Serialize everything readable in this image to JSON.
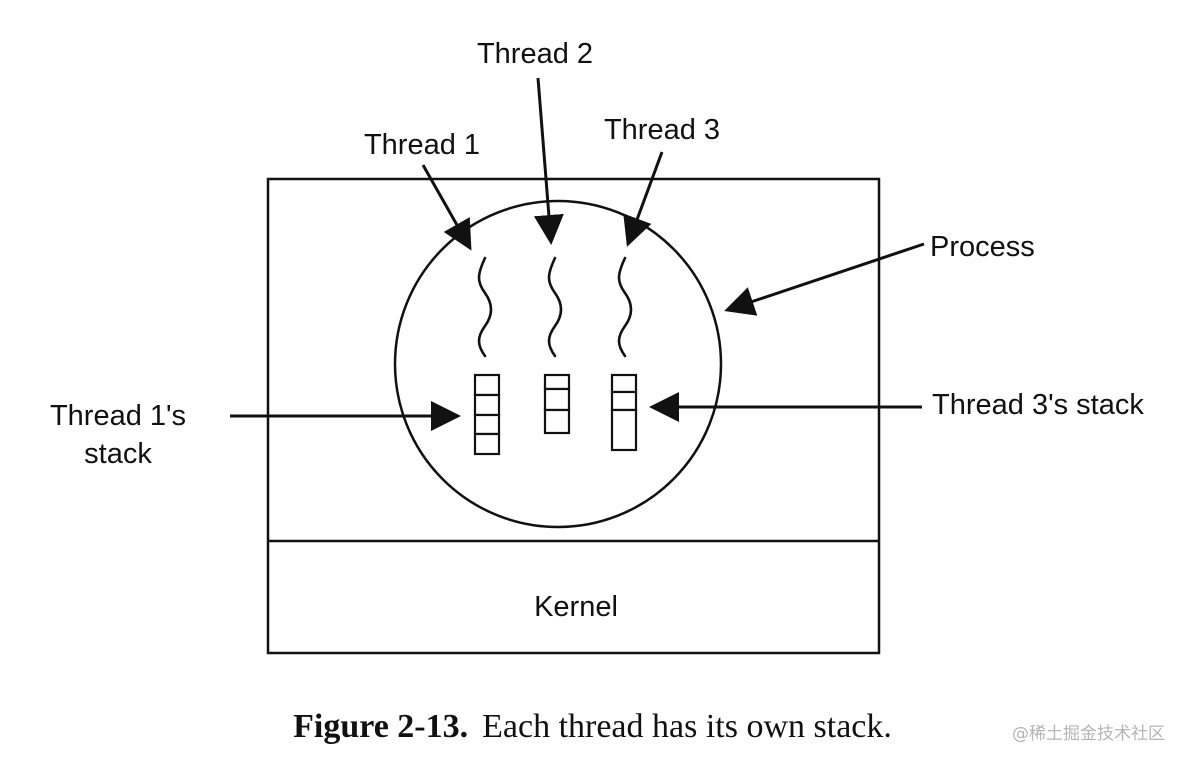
{
  "labels": {
    "thread_1": "Thread 1",
    "thread_2": "Thread 2",
    "thread_3": "Thread 3",
    "process": "Process",
    "thread_1_stack_line1": "Thread 1's",
    "thread_1_stack_line2": "stack",
    "thread_3_stack": "Thread 3's stack",
    "kernel": "Kernel"
  },
  "caption": {
    "number": "Figure 2-13.",
    "text": "Each thread has its own stack."
  },
  "watermark": "@稀土掘金技术社区",
  "colors": {
    "ink": "#111111",
    "background": "#ffffff",
    "watermark": "#b5b5b5"
  }
}
